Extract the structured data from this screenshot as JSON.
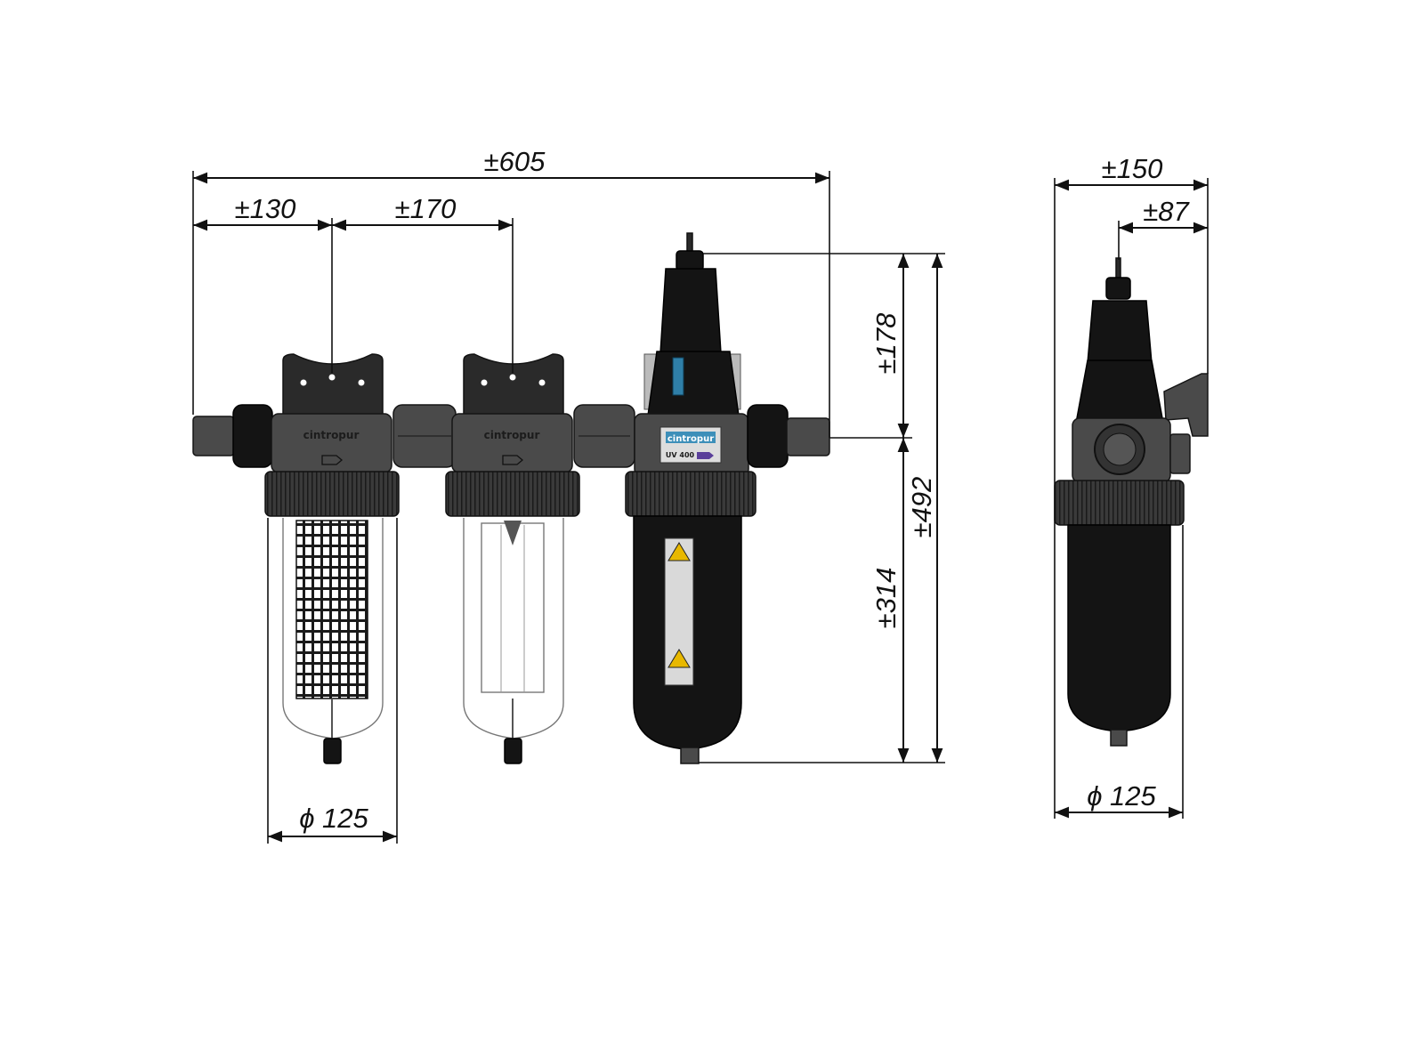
{
  "drawing": {
    "front_view": {
      "overall_width": "±605",
      "spacing_first": "±130",
      "spacing_second": "±170",
      "upper_height": "±178",
      "lower_height": "±314",
      "total_height": "±492",
      "bowl_diameter": "ϕ 125"
    },
    "side_view": {
      "depth": "±150",
      "axis_offset": "±87",
      "bowl_diameter": "ϕ 125"
    },
    "logos": {
      "filter_head": "cintropur",
      "uv_label": "cintropur",
      "uv_model": "UV 400"
    },
    "colors": {
      "housing": "#4a4a4a",
      "bowl_uv": "#141414",
      "lines": "#111111"
    }
  }
}
